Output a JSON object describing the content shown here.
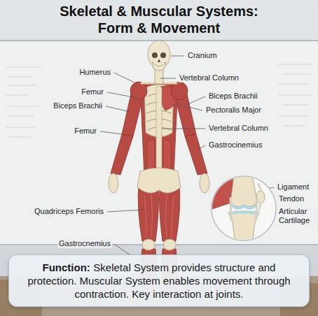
{
  "diagram": {
    "title": "Skeletal & Muscular Systems: Form & Movement",
    "nodes": [
      {
        "text": [
          "Function:",
          "Skeletal System provides structure and protection. Muscular System enables movement through contraction. Key interaction at joints."
        ]
      }
    ],
    "labels": [
      "Cranium",
      "Humerus",
      "Vertebral Column",
      "Femur",
      "Biceps Brachii",
      "Biceps Brachii",
      "Pectoralis Major",
      "Vertebral Column",
      "Femur",
      "Gastrocinemius",
      "Quadriceps Femoris",
      "Gastrocnemius",
      "Ligament",
      "Tendon",
      "Articular Cartilage"
    ]
  }
}
